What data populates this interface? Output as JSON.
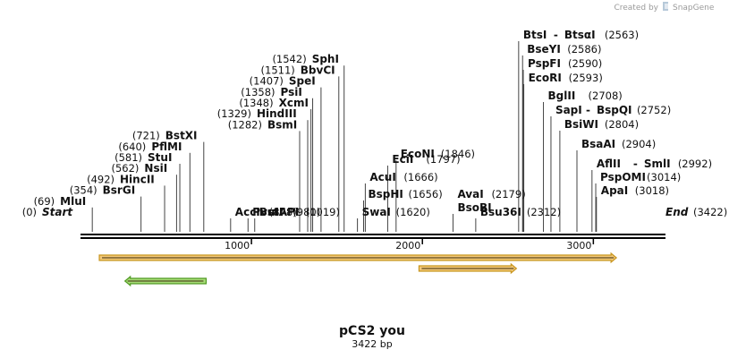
{
  "watermark": {
    "prefix": "Created by",
    "brand": "SnapGene"
  },
  "plasmid": {
    "name": "pCS2 you",
    "size_label": "3422 bp",
    "length": 3422
  },
  "scale_ticks": [
    {
      "pos": 1000,
      "label": "1000"
    },
    {
      "pos": 2000,
      "label": "2000"
    },
    {
      "pos": 3000,
      "label": "3000"
    }
  ],
  "left_labels": [
    {
      "pos": 0,
      "num": "(0)",
      "name": "Start",
      "italic": true
    },
    {
      "pos": 69,
      "num": "(69)",
      "name": "MluI"
    },
    {
      "pos": 354,
      "num": "(354)",
      "name": "BsrGI"
    },
    {
      "pos": 492,
      "num": "(492)",
      "name": "HincII"
    },
    {
      "pos": 562,
      "num": "(562)",
      "name": "NsiI"
    },
    {
      "pos": 581,
      "num": "(581)",
      "name": "StuI"
    },
    {
      "pos": 640,
      "num": "(640)",
      "name": "PflMI"
    },
    {
      "pos": 721,
      "num": "(721)",
      "name": "BstXI"
    },
    {
      "pos": 1282,
      "num": "(1282)",
      "name": "BsmI"
    },
    {
      "pos": 1329,
      "num": "(1329)",
      "name": "HindIII"
    },
    {
      "pos": 1348,
      "num": "(1348)",
      "name": "XcmI"
    },
    {
      "pos": 1358,
      "num": "(1358)",
      "name": "PsiI"
    },
    {
      "pos": 1407,
      "num": "(1407)",
      "name": "SpeI"
    },
    {
      "pos": 1511,
      "num": "(1511)",
      "name": "BbvCI"
    },
    {
      "pos": 1542,
      "num": "(1542)",
      "name": "SphI"
    }
  ],
  "right_labels": [
    {
      "pos": 878,
      "num": "(878)",
      "name": "AccI"
    },
    {
      "pos": 980,
      "num": "(980)",
      "name": "PvuII"
    },
    {
      "pos": 1019,
      "num": "(1019)",
      "name": "BstAPI"
    },
    {
      "pos": 1620,
      "num": "(1620)",
      "name": "SwaI"
    },
    {
      "pos": 1656,
      "num": "(1656)",
      "name": "BspHI"
    },
    {
      "pos": 1666,
      "num": "(1666)",
      "name": "AcuI"
    },
    {
      "pos": 1797,
      "num": "(1797)",
      "name": "EciI"
    },
    {
      "pos": 1846,
      "num": "(1846)",
      "name": "EcoNI"
    },
    {
      "pos": 2179,
      "num": "(2179)",
      "name": "AvaI",
      "name2": "BsoBI"
    },
    {
      "pos": 2312,
      "num": "(2312)",
      "name": "Bsu36I"
    },
    {
      "pos": 2563,
      "num": "(2563)",
      "name": "BtsI",
      "name2": "BtsαI",
      "hyphen": true
    },
    {
      "pos": 2586,
      "num": "(2586)",
      "name": "BseYI"
    },
    {
      "pos": 2590,
      "num": "(2590)",
      "name": "PspFI"
    },
    {
      "pos": 2593,
      "num": "(2593)",
      "name": "EcoRI"
    },
    {
      "pos": 2708,
      "num": "(2708)",
      "name": "BglII"
    },
    {
      "pos": 2752,
      "num": "(2752)",
      "name": "SapI",
      "name2": "BspQI",
      "hyphen": true
    },
    {
      "pos": 2804,
      "num": "(2804)",
      "name": "BsiWI"
    },
    {
      "pos": 2904,
      "num": "(2904)",
      "name": "BsaAI"
    },
    {
      "pos": 2992,
      "num": "(2992)",
      "name": "AflII",
      "name2": "SmlI",
      "hyphen": true
    },
    {
      "pos": 3014,
      "num": "(3014)",
      "name": "PspOMI"
    },
    {
      "pos": 3018,
      "num": "(3018)",
      "name": "ApaI"
    },
    {
      "pos": 3422,
      "num": "(3422)",
      "name": "End",
      "italic": true
    }
  ],
  "features": [
    {
      "start": 110,
      "end": 3135,
      "direction": "forward",
      "fill": "#f2c879",
      "edge": "#c8961f"
    },
    {
      "start": 1980,
      "end": 2550,
      "direction": "forward",
      "fill": "#f2c879",
      "edge": "#c8961f"
    },
    {
      "start": 260,
      "end": 735,
      "direction": "reverse",
      "fill": "#a8db78",
      "edge": "#4f9a21"
    }
  ]
}
